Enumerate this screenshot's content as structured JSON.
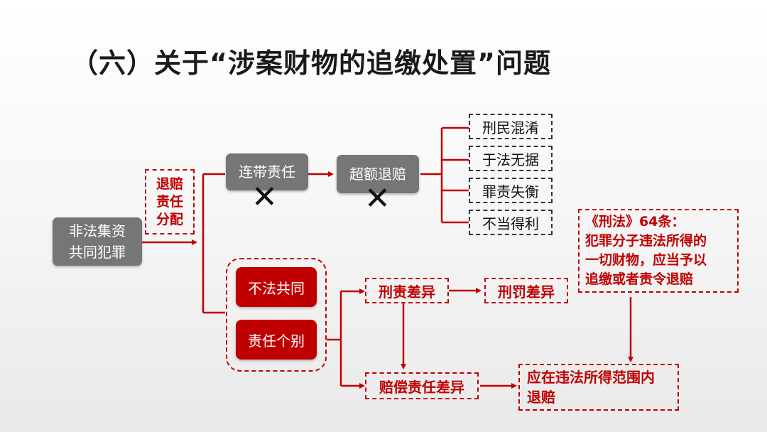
{
  "title": "（六）关于“涉案财物的追缴处置”问题",
  "nodes": {
    "illegal_collective": "非法集资\n共同犯罪",
    "allocation": "退赔\n责任\n分配",
    "joint_liability": "连带责任",
    "excess_refund": "超额退赔",
    "reject_mark": "✕",
    "issue_1": "刑民混淆",
    "issue_2": "于法无据",
    "issue_3": "罪责失衡",
    "issue_4": "不当得利",
    "no_common": "不法共同",
    "individual_liability": "责任个别",
    "criminal_diff": "刑责差异",
    "penalty_diff": "刑罚差异",
    "compensation_diff": "赔偿责任差异",
    "scope": "应在违法所得范围内\n退赔",
    "law_quote": "《刑法》64条：\n犯罪分子违法所得的\n一切财物，应当予以\n追缴或者责令退赔"
  },
  "colors": {
    "accent_red": "#c00000",
    "node_grey": "#767676",
    "text_dark": "#1a1a1a"
  }
}
